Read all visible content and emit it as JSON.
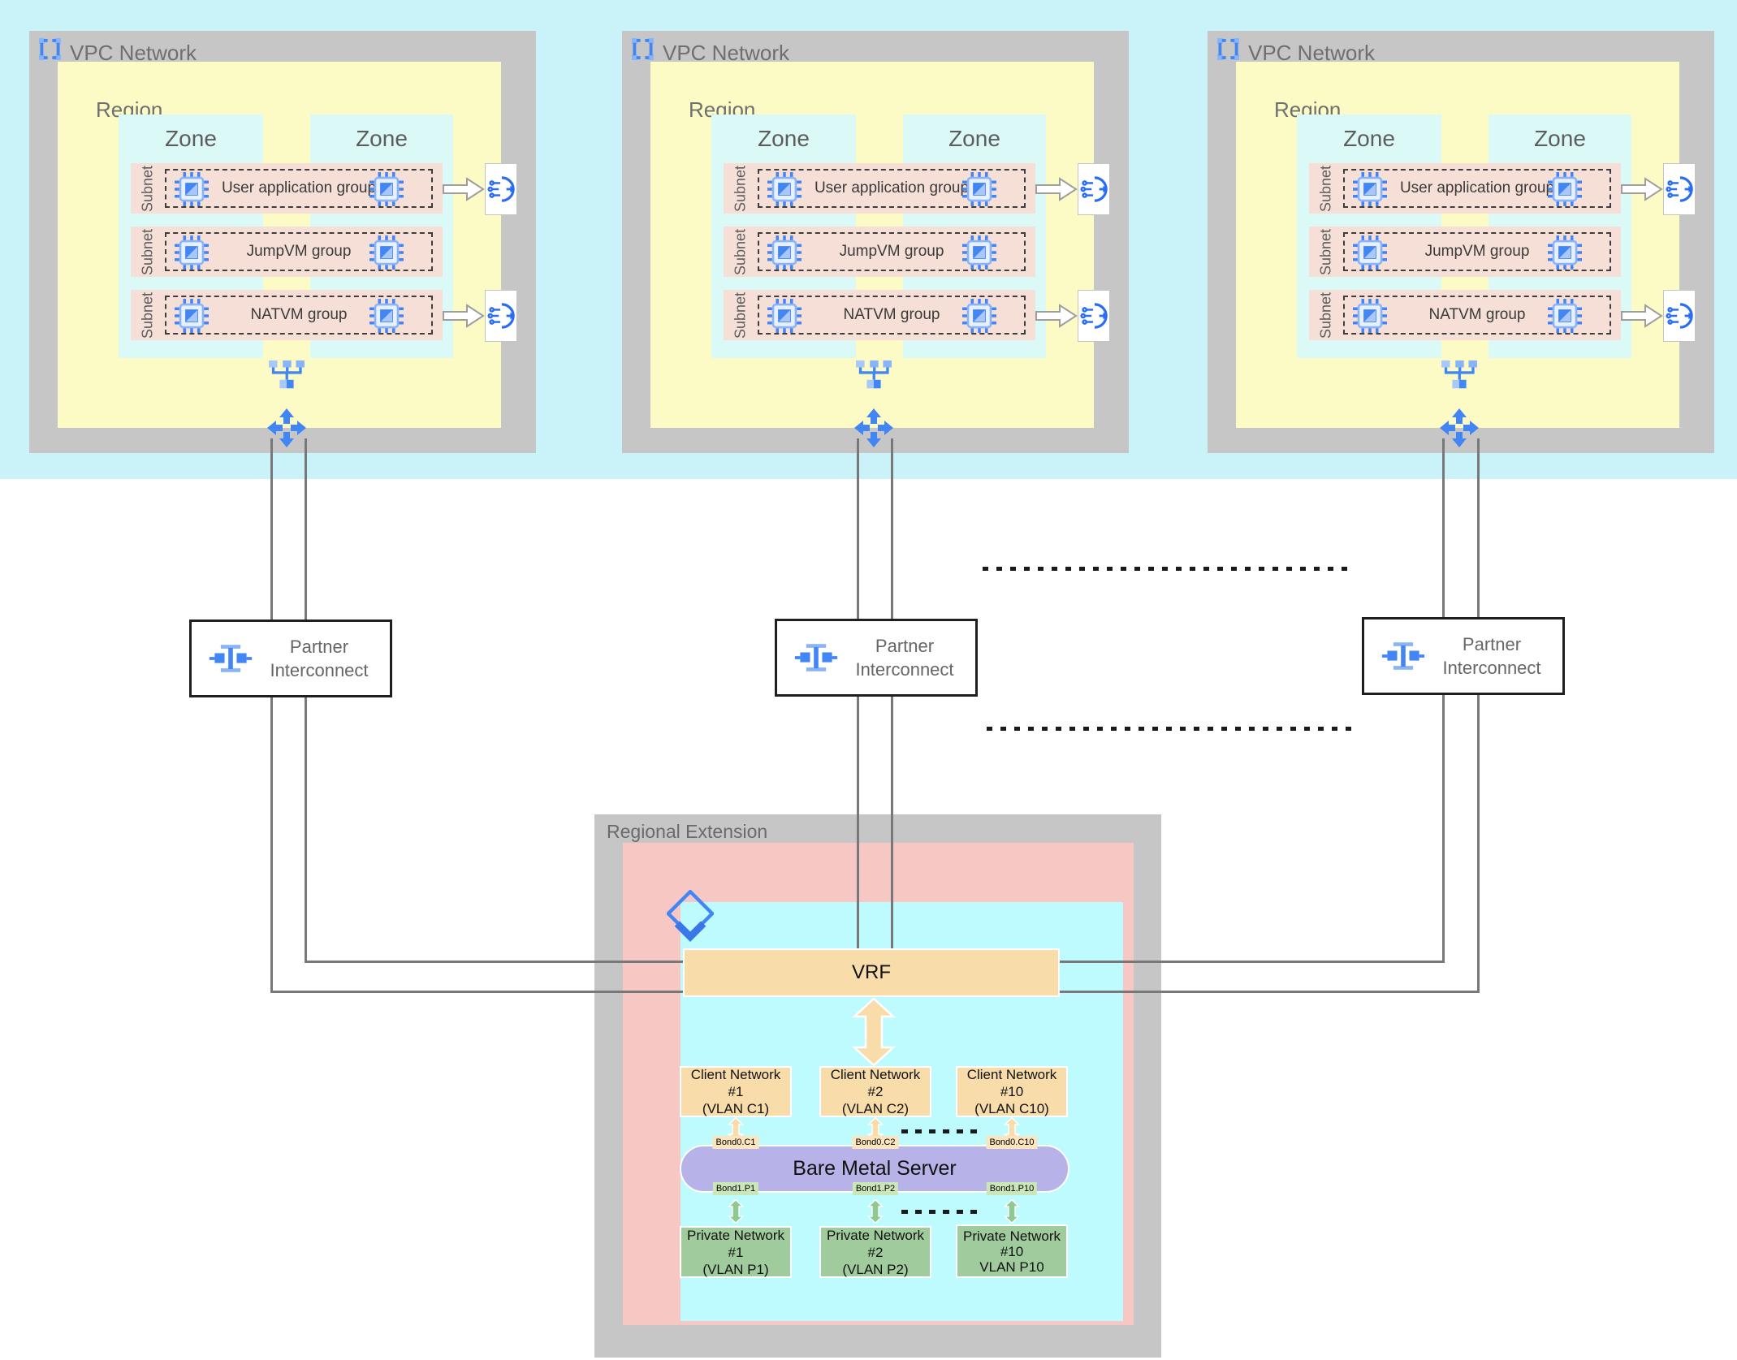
{
  "colors": {
    "top_band": "#C9F2F9",
    "vpc_gray": "#C6C6C6",
    "region_yellow": "#FCFBC5",
    "zone_cyan": "#DBF9F6",
    "subnet_pink": "#F5DFD7",
    "re_pink": "#F7C7C4",
    "re_cyan": "#BDFBFF",
    "vrf_orange": "#F8DCA9",
    "server_purple": "#B7B2E7",
    "private_green": "#9FCB9D",
    "bond_client_bg": "#FBE4BE",
    "bond_private_bg": "#CBE7BA",
    "line_gray": "#787878",
    "icon_blue": "#4285F4",
    "icon_blue_light": "#8AB4F8"
  },
  "icons": {
    "vpc": "selection-brackets-icon",
    "vm": "compute-engine-icon",
    "load_balancer": "load-balancer-icon",
    "network": "network-tree-icon",
    "routes": "cross-arrows-icon",
    "interconnect": "partner-interconnect-icon",
    "layers": "stacked-diamond-icon"
  },
  "vpcs": [
    {
      "title": "VPC Network",
      "region": "Region",
      "zone1": "Zone",
      "zone2": "Zone",
      "subnet": "Subnet",
      "rows": [
        {
          "label": "User application group"
        },
        {
          "label": "JumpVM group"
        },
        {
          "label": "NATVM group"
        }
      ]
    },
    {
      "title": "VPC Network",
      "region": "Region",
      "zone1": "Zone",
      "zone2": "Zone",
      "subnet": "Subnet",
      "rows": [
        {
          "label": "User application group"
        },
        {
          "label": "JumpVM group"
        },
        {
          "label": "NATVM group"
        }
      ]
    },
    {
      "title": "VPC Network",
      "region": "Region",
      "zone1": "Zone",
      "zone2": "Zone",
      "subnet": "Subnet",
      "rows": [
        {
          "label": "User application group"
        },
        {
          "label": "JumpVM group"
        },
        {
          "label": "NATVM group"
        }
      ]
    }
  ],
  "interconnects": [
    {
      "line1": "Partner",
      "line2": "Interconnect"
    },
    {
      "line1": "Partner",
      "line2": "Interconnect"
    },
    {
      "line1": "Partner",
      "line2": "Interconnect"
    }
  ],
  "regional_extension": {
    "title": "Regional Extension",
    "vrf": "VRF",
    "server": "Bare Metal Server",
    "client_networks": [
      {
        "l1": "Client Network #1",
        "l2": "(VLAN C1)",
        "bond": "Bond0.C1"
      },
      {
        "l1": "Client Network #2",
        "l2": "(VLAN C2)",
        "bond": "Bond0.C2"
      },
      {
        "l1": "Client Network #10",
        "l2": "(VLAN C10)",
        "bond": "Bond0.C10"
      }
    ],
    "private_networks": [
      {
        "l1": "Private Network #1",
        "l2": "(VLAN P1)",
        "l3": "",
        "bond": "Bond1.P1"
      },
      {
        "l1": "Private Network #2",
        "l2": "(VLAN P2)",
        "l3": "",
        "bond": "Bond1.P2"
      },
      {
        "l1": "Private Network",
        "l2": "#10",
        "l3": "VLAN P10",
        "bond": "Bond1.P10"
      }
    ]
  }
}
